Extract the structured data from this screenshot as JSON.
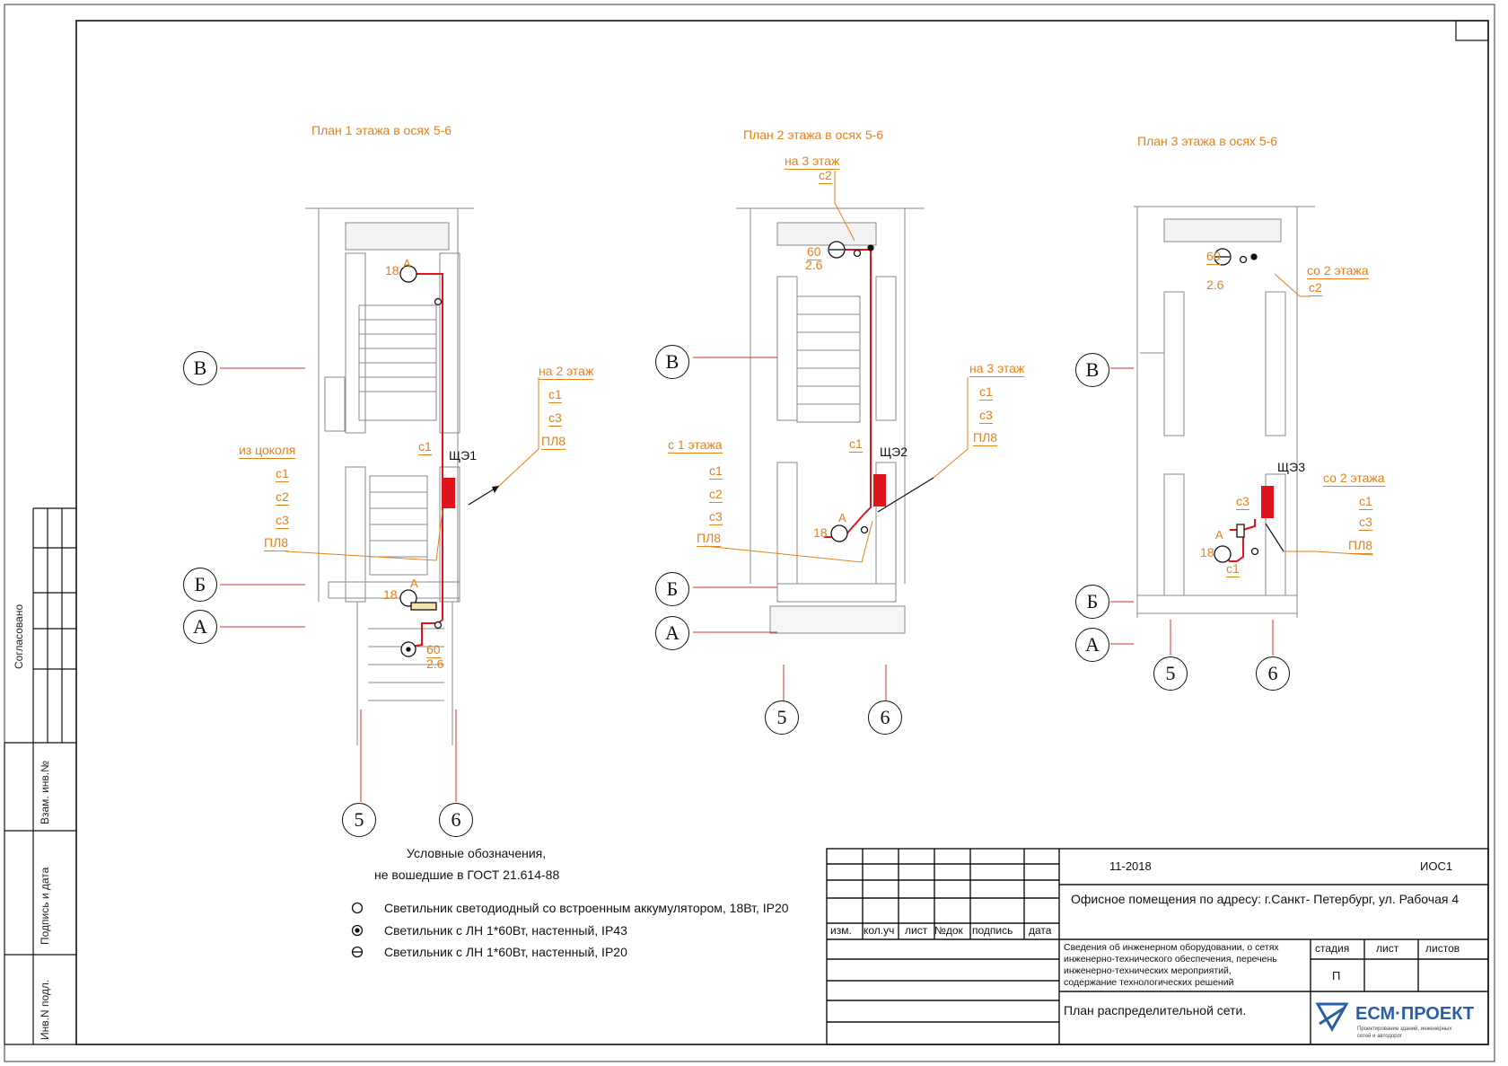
{
  "plans": [
    {
      "title": "План  1 этажа в осях 5-6"
    },
    {
      "title": "План  2 этажа в осях 5-6"
    },
    {
      "title": "План  3 этажа в осях 5-6"
    }
  ],
  "axes": {
    "v": "В",
    "b": "Б",
    "a": "А",
    "five": "5",
    "six": "6"
  },
  "panels": {
    "p1": "ЩЭ1",
    "p2": "ЩЭ2",
    "p3": "ЩЭ3"
  },
  "floor1": {
    "from_basement": "из цоколя",
    "c1": "с1",
    "c2": "с2",
    "c3": "с3",
    "pl8": "ПЛ8",
    "to_floor2": "на 2 этаж",
    "to_c1": "с1",
    "to_c3": "с3",
    "to_pl8": "ПЛ8",
    "riser_c1": "с1",
    "lamp1_power": "18",
    "lamp1_group": "А",
    "lamp2_power": "18",
    "lamp2_group": "А",
    "lamp3_power": "60",
    "lamp3_height": "2.6"
  },
  "floor2": {
    "to_floor3": "на 3 этаж",
    "to_c2": "с2",
    "to_floor3_b": "на 3 этаж",
    "tb_c1": "с1",
    "tb_c3": "с3",
    "tb_pl8": "ПЛ8",
    "from_floor1": "с 1 этажа",
    "c1": "с1",
    "c2": "с2",
    "c3": "с3",
    "pl8": "ПЛ8",
    "riser_c1": "с1",
    "lamp1_power": "60",
    "lamp1_height": "2.6",
    "lamp2_power": "18",
    "lamp2_group": "А"
  },
  "floor3": {
    "from_floor2_top": "со 2 этажа",
    "top_c2": "с2",
    "from_floor2": "со 2 этажа",
    "c1": "с1",
    "c3": "с3",
    "pl8": "ПЛ8",
    "lamp1_power": "60",
    "lamp1_height": "2.6",
    "lamp2_power": "18",
    "lamp2_group": "А",
    "lamp2_c3": "с3",
    "lamp2_c1": "с1"
  },
  "legend": {
    "title_line1": "Условные обозначения,",
    "title_line2": "не вошедшие в ГОСТ 21.614-88",
    "items": [
      "Светильник светодиодный со встроенным аккумулятором, 18Вт,  IP20",
      "Светильник с ЛН 1*60Вт, настенный, IP43",
      "Светильник с ЛН 1*60Вт, настенный, IP20"
    ]
  },
  "side_stamp": {
    "agreed": "Согласовано",
    "replace_inv": "Взам. инв.№",
    "sign_date": "Подпись и дата",
    "inv_orig": "Инв.N  подл."
  },
  "title_block": {
    "date_code": "11-2018",
    "doc_code": "ИОС1",
    "object": "Офисное помещения по адресу: г.Санкт- Петербург, ул. Рабочая 4",
    "headers": [
      "изм.",
      "кол.уч",
      "лист",
      "№док",
      "подпись",
      "дата"
    ],
    "section_lines": [
      "Сведения об инженерном оборудовании, о сетях",
      "инженерно-технического обеспечения, перечень",
      "инженерно-технических мероприятий,",
      "содержание технологических решений"
    ],
    "stage_label": "стадия",
    "sheet_label": "лист",
    "sheets_label": "листов",
    "stage_value": "П",
    "sheet_title": "План распределительной сети.",
    "logo_text": "ЕСМ·ПРОЕКТ",
    "logo_sub_1": "Проектирование зданий, инженерных",
    "logo_sub_2": "сетей и автодорог"
  },
  "colors": {
    "annotation": "#e5821a",
    "cable": "#e0141c",
    "panel": "#e0141c",
    "axis_line": "#d33030"
  }
}
